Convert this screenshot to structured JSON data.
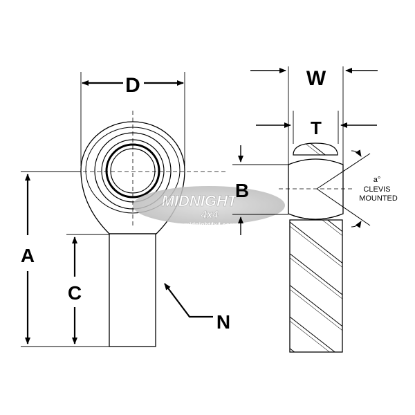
{
  "labels": {
    "D": "D",
    "W": "W",
    "T": "T",
    "B": "B",
    "A": "A",
    "C": "C",
    "N": "N"
  },
  "angle_note": {
    "symbol": "a°",
    "line1": "CLEVIS",
    "line2": "MOUNTED"
  },
  "watermark": {
    "brand_line1": "MIDNIGHT",
    "brand_line2": "4x4",
    "url": "midnight4x4.com"
  }
}
